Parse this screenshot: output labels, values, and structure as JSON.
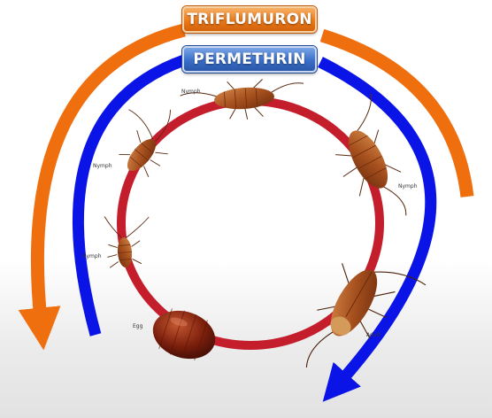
{
  "labels": {
    "triflumuron": "TRIFLUMURON",
    "permethrin": "PERMETHRIN"
  },
  "stages": [
    {
      "key": "nymph_top",
      "label": "Nymph"
    },
    {
      "key": "nymph_right",
      "label": "Nymph"
    },
    {
      "key": "adult",
      "label": "Adult"
    },
    {
      "key": "egg",
      "label": "Egg"
    },
    {
      "key": "nymph_left_lower",
      "label": "Nymph"
    },
    {
      "key": "nymph_left_upper",
      "label": "Nymph"
    }
  ],
  "colors": {
    "triflumuron": "#ef6f0f",
    "permethrin": "#0a14e6",
    "cycle_ring": "#c41e2c",
    "insect_body": "#9a4416"
  }
}
